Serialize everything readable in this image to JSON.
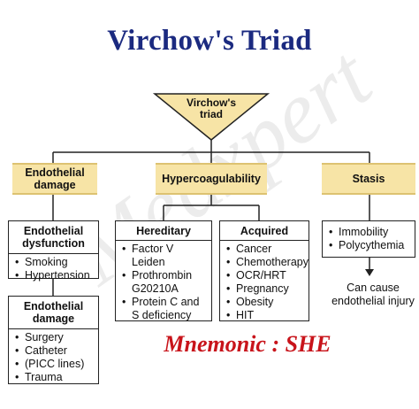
{
  "title": "Virchow's Triad",
  "watermark": "Medxpert",
  "root": {
    "label_line1": "Virchow's",
    "label_line2": "triad"
  },
  "categories": [
    {
      "label_line1": "Endothelial",
      "label_line2": "damage"
    },
    {
      "label": "Hypercoagulability"
    },
    {
      "label": "Stasis"
    }
  ],
  "endothelial_dysfunction": {
    "title_line1": "Endothelial",
    "title_line2": "dysfunction",
    "items": [
      "Smoking",
      "Hypertension"
    ]
  },
  "endothelial_damage": {
    "title_line1": "Endothelial",
    "title_line2": "damage",
    "items": [
      "Surgery",
      "Catheter",
      "(PICC lines)",
      "Trauma"
    ]
  },
  "hereditary": {
    "title": "Hereditary",
    "items": [
      "Factor V",
      "Leiden",
      "Prothrombin",
      "G20210A",
      "Protein C and",
      "S deficiency"
    ]
  },
  "acquired": {
    "title": "Acquired",
    "items": [
      "Cancer",
      "Chemotherapy",
      "OCR/HRT",
      "Pregnancy",
      "Obesity",
      "HIT"
    ]
  },
  "stasis_box": {
    "items": [
      "Immobility",
      "Polycythemia"
    ]
  },
  "stasis_effect": {
    "line1": "Can cause",
    "line2": "endothelial injury"
  },
  "mnemonic": "Mnemonic : SHE",
  "colors": {
    "title": "#1b2a80",
    "header_fill": "#f7e4a6",
    "mnemonic": "#c8141b"
  }
}
